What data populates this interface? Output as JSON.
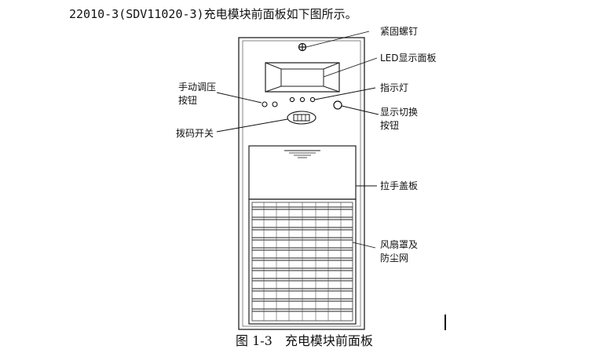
{
  "heading": "22010-3(SDV11020-3)充电模块前面板如下图所示。",
  "caption": "图 1-3　充电模块前面板",
  "labels": {
    "screw": "紧固螺钉",
    "led_panel": "LED显示面板",
    "indicator": "指示灯",
    "display_switch_line1": "显示切换",
    "display_switch_line2": "按钮",
    "manual_line1": "手动调压",
    "manual_line2": "按钮",
    "dip": "拨码开关",
    "handle_cover": "拉手盖板",
    "fan_line1": "风扇罩及",
    "fan_line2": "防尘网"
  }
}
